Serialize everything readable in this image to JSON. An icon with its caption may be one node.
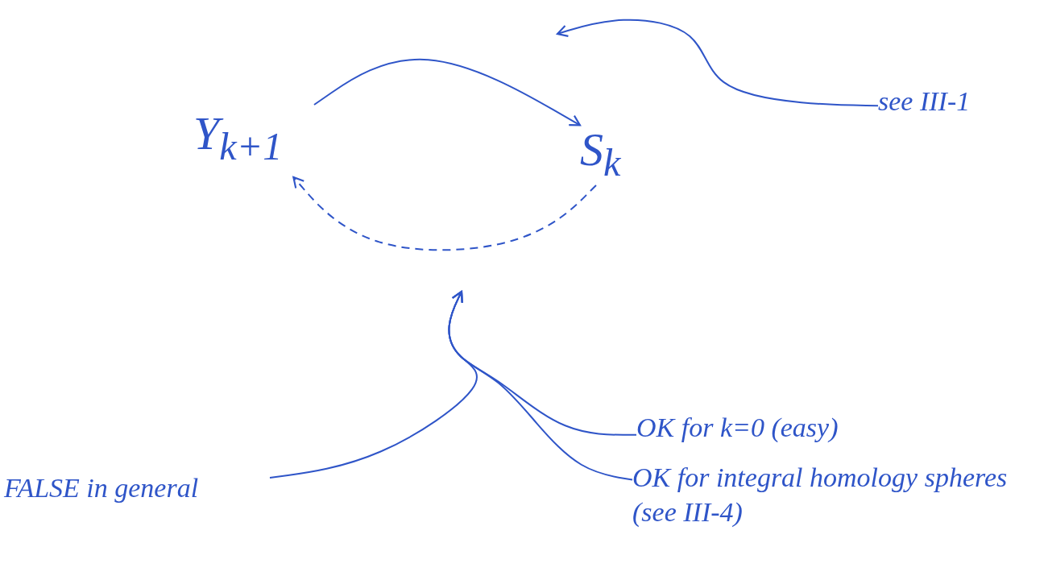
{
  "diagram": {
    "nodes": [
      {
        "text": [
          "Y$_{k+1}$"
        ]
      },
      {
        "text": [
          "S$_{k}$"
        ]
      },
      {
        "text": [
          "see III-1"
        ]
      },
      {
        "text": [
          "FALSE in general"
        ]
      },
      {
        "text": [
          "OK for k=0 (easy)"
        ]
      },
      {
        "text": [
          "OK for integral homology spheres (see III-4)"
        ]
      }
    ],
    "edges": [
      {
        "from": 0,
        "to": 1,
        "arrow": "to"
      },
      {
        "from": 1,
        "to": 0,
        "arrow": "to",
        "style": "dashed"
      },
      {
        "from": 2,
        "to": null,
        "arrow": "to"
      },
      {
        "from": 3,
        "to": null,
        "arrow": "to"
      },
      {
        "from": 4,
        "to": null,
        "arrow": "to"
      },
      {
        "from": 5,
        "to": null,
        "arrow": "to"
      }
    ]
  }
}
